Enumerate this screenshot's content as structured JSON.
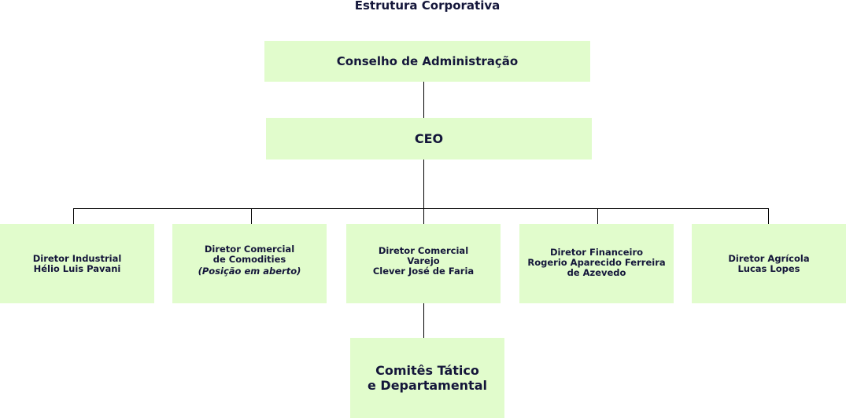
{
  "chart": {
    "title": "Estrutura Corporativa"
  },
  "board": {
    "label": "Conselho de Administração"
  },
  "ceo": {
    "label": "CEO"
  },
  "directors": [
    {
      "lines": [
        "Diretor Industrial",
        "Hélio Luis Pavani"
      ]
    },
    {
      "lines": [
        "Diretor Comercial",
        "de Comodities",
        "(Posição em aberto)"
      ]
    },
    {
      "lines": [
        "Diretor Comercial",
        "Varejo",
        "Clever José de Faria"
      ]
    },
    {
      "lines": [
        "Diretor Financeiro",
        "Rogerio Aparecido Ferreira",
        "de Azevedo"
      ]
    },
    {
      "lines": [
        "Diretor Agrícola",
        "Lucas Lopes"
      ]
    }
  ],
  "committees": {
    "lines": [
      "Comitês Tático",
      "e Departamental"
    ]
  },
  "colors": {
    "box_fill": "#e1fccc",
    "text": "#14163a",
    "connector": "#000000"
  }
}
